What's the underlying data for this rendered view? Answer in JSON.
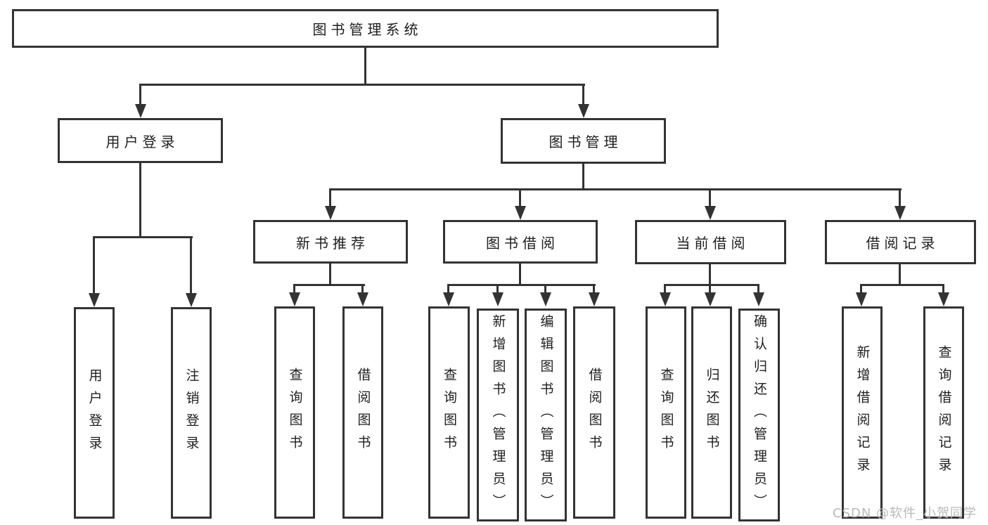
{
  "diagram": {
    "root": {
      "label": "图书管理系统"
    },
    "branches": [
      {
        "label": "用户登录",
        "children": [
          {
            "label": "用户登录"
          },
          {
            "label": "注销登录"
          }
        ]
      },
      {
        "label": "图书管理",
        "children": [
          {
            "label": "新书推荐",
            "children": [
              {
                "label": "查询图书"
              },
              {
                "label": "借阅图书"
              }
            ]
          },
          {
            "label": "图书借阅",
            "children": [
              {
                "label": "查询图书"
              },
              {
                "label": "新增图书（管理员）"
              },
              {
                "label": "编辑图书（管理员）"
              },
              {
                "label": "借阅图书"
              }
            ]
          },
          {
            "label": "当前借阅",
            "children": [
              {
                "label": "查询图书"
              },
              {
                "label": "归还图书"
              },
              {
                "label": "确认归还（管理员）"
              }
            ]
          },
          {
            "label": "借阅记录",
            "children": [
              {
                "label": "新增借阅记录"
              },
              {
                "label": "查询借阅记录"
              }
            ]
          }
        ]
      }
    ]
  },
  "watermark": {
    "text": "CSDN @软件_小贺同学",
    "color": "#b9b9b9"
  },
  "colors": {
    "line": "#333333",
    "box_border": "#333333",
    "box_background": "#ffffff",
    "text": "#1e1e1e",
    "page_background": "#ffffff"
  }
}
